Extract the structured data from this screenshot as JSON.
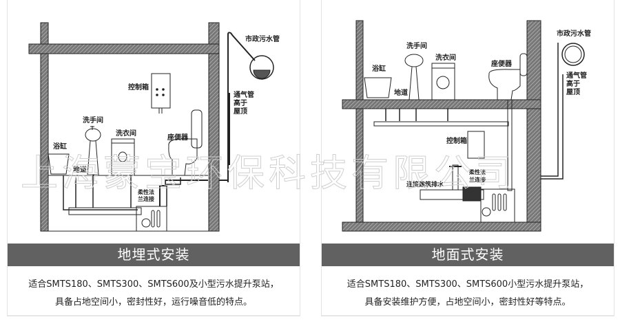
{
  "watermark": "上海蒙宝环保科技有限公司",
  "panels": [
    {
      "title": "地埋式安装",
      "desc_line1": "适合SMTS180、SMTS300、SMTS600及小型污水提升泵站，",
      "desc_line2": "具备占地空间小，密封性好，运行噪音低的特点。",
      "labels": {
        "municipal": "市政污水管",
        "control_box": "控制箱",
        "vent1": "通气管",
        "vent2": "高于",
        "vent3": "屋顶",
        "sink": "洗手间",
        "laundry": "洗衣间",
        "toilet": "座便器",
        "bathtub": "浴缸",
        "floor_drain": "地道",
        "flange1": "柔性法",
        "flange2": "兰连接"
      }
    },
    {
      "title": "地面式安装",
      "desc_line1": "适合SMTS180、SMTS300、SMTS600小型污水提升泵站，",
      "desc_line2": "具备安装维护方便，占地空间小，密封性好等特点。",
      "labels": {
        "municipal": "市政污水管",
        "control_box": "控制箱",
        "vent1": "通气管",
        "vent2": "高于",
        "vent3": "屋顶",
        "sink": "洗手间",
        "laundry": "洗衣间",
        "toilet": "座便器",
        "bathtub": "浴缸",
        "floor_drain": "地道",
        "flange1": "柔性法",
        "flange2": "兰连接",
        "building_drain": "连接建筑排水"
      }
    }
  ]
}
